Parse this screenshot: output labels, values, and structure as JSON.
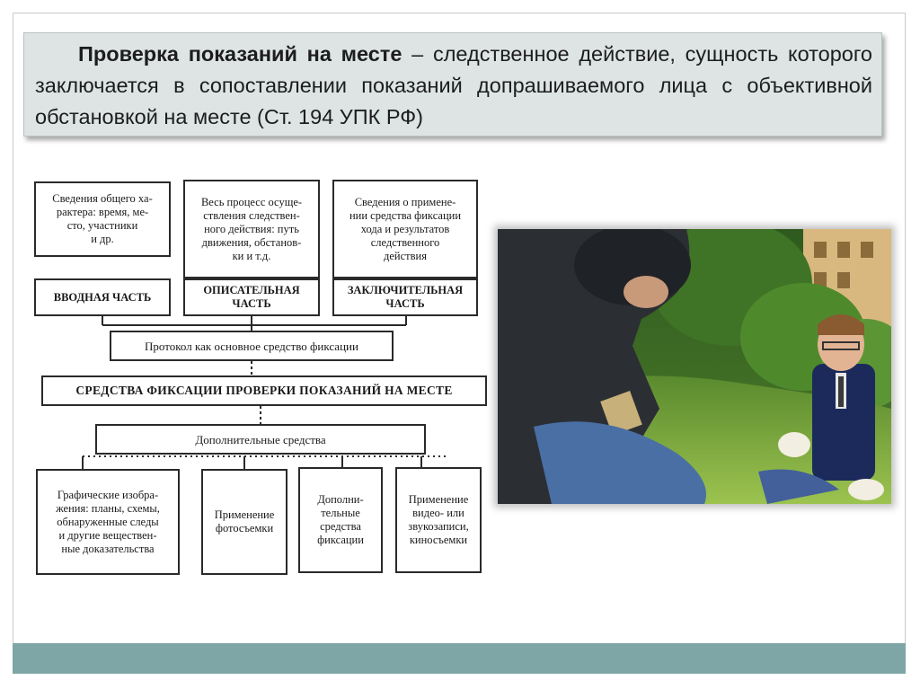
{
  "title": {
    "term": "Проверка показаний на месте",
    "definition": " – следственное действие, сущность которого заключается в сопоставлении показаний допрашиваемого лица с объективной обстановкой на месте (Ст. 194 УПК РФ)"
  },
  "diagram": {
    "top_boxes": [
      {
        "text": "Сведения общего ха-\nрактера: время, ме-\nсто, участники\nи др.",
        "label": "Вводная часть"
      },
      {
        "text": "Весь процесс осуще-\nствления следствен-\nного действия: путь\nдвижения, обстанов-\nки и т.д.",
        "label": "Описательная\nчасть"
      },
      {
        "text": "Сведения о примене-\nнии средства фиксации\nхода и результатов\nследственного\nдействия",
        "label": "Заключительная\nчасть"
      }
    ],
    "protocol": "Протокол как основное средство фиксации",
    "main_means": "Средства фиксации проверки показаний на месте",
    "additional": "Дополнительные средства",
    "bottom_boxes": [
      "Графические изобра-\nжения: планы, схемы,\nобнаруженные следы\nи другие веществен-\nные доказательства",
      "Применение\nфотосъемки",
      "Дополни-\nтельные\nсредства\nфиксации",
      "Применение\nвидео- или\nзвукозаписи,\nкиносъемки"
    ]
  },
  "colors": {
    "title_bg": "#dde4e3",
    "footer_band": "#7ea6a6",
    "diagram_line": "#2a2a2a"
  },
  "photo": {
    "description_icon": "photo-investigation-scene"
  }
}
